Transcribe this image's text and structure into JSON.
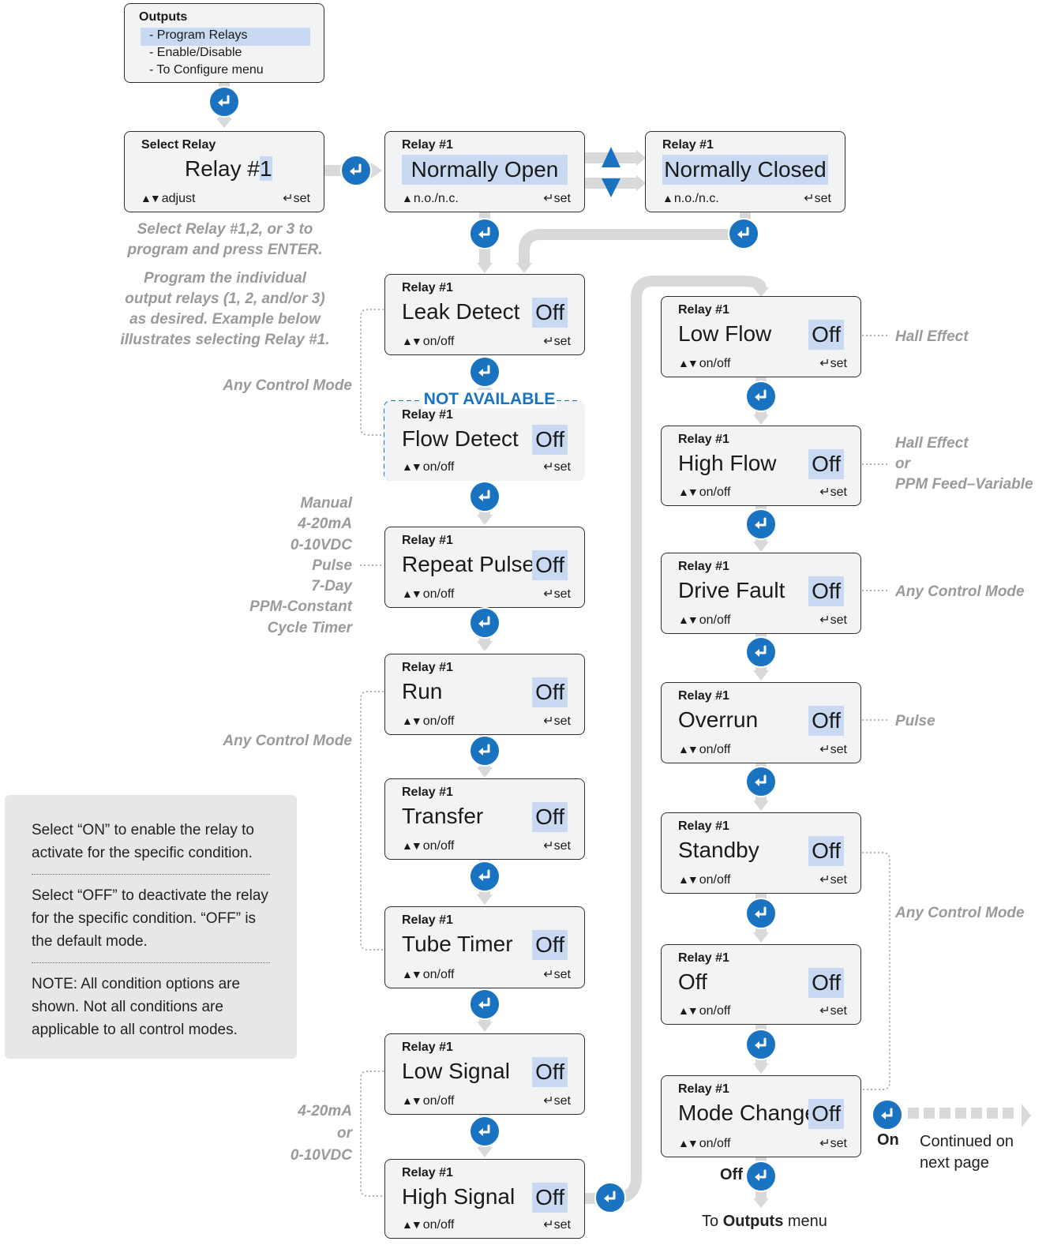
{
  "outputs_menu": {
    "title": "Outputs",
    "items": [
      "- Program Relays",
      "- Enable/Disable",
      "- To Configure menu"
    ]
  },
  "select_relay": {
    "title": "Select Relay",
    "main": "Relay #",
    "value": "1",
    "left": "adjust",
    "right": "set"
  },
  "relay_mode": {
    "open": {
      "title": "Relay #1",
      "value": "Normally Open",
      "left": "n.o./n.c.",
      "right": "set"
    },
    "closed": {
      "title": "Relay #1",
      "value": "Normally Closed",
      "left": "n.o./n.c.",
      "right": "set"
    }
  },
  "screens": {
    "leak_detect": {
      "title": "Relay #1",
      "label": "Leak Detect",
      "value": "Off",
      "left": "on/off",
      "right": "set"
    },
    "flow_detect": {
      "title": "Relay #1",
      "label": "Flow Detect",
      "value": "Off",
      "left": "on/off",
      "right": "set"
    },
    "repeat_pulse": {
      "title": "Relay #1",
      "label": "Repeat Pulse",
      "value": "Off",
      "left": "on/off",
      "right": "set"
    },
    "run": {
      "title": "Relay #1",
      "label": "Run",
      "value": "Off",
      "left": "on/off",
      "right": "set"
    },
    "transfer": {
      "title": "Relay #1",
      "label": "Transfer",
      "value": "Off",
      "left": "on/off",
      "right": "set"
    },
    "tube_timer": {
      "title": "Relay #1",
      "label": "Tube Timer",
      "value": "Off",
      "left": "on/off",
      "right": "set"
    },
    "low_signal": {
      "title": "Relay #1",
      "label": "Low Signal",
      "value": "Off",
      "left": "on/off",
      "right": "set"
    },
    "high_signal": {
      "title": "Relay #1",
      "label": "High Signal",
      "value": "Off",
      "left": "on/off",
      "right": "set"
    },
    "low_flow": {
      "title": "Relay #1",
      "label": "Low Flow",
      "value": "Off",
      "left": "on/off",
      "right": "set"
    },
    "high_flow": {
      "title": "Relay #1",
      "label": "High Flow",
      "value": "Off",
      "left": "on/off",
      "right": "set"
    },
    "drive_fault": {
      "title": "Relay #1",
      "label": "Drive Fault",
      "value": "Off",
      "left": "on/off",
      "right": "set"
    },
    "overrun": {
      "title": "Relay #1",
      "label": "Overrun",
      "value": "Off",
      "left": "on/off",
      "right": "set"
    },
    "standby": {
      "title": "Relay #1",
      "label": "Standby",
      "value": "Off",
      "left": "on/off",
      "right": "set"
    },
    "off": {
      "title": "Relay #1",
      "label": "Off",
      "value": "Off",
      "left": "on/off",
      "right": "set"
    },
    "mode_change": {
      "title": "Relay #1",
      "label": "Mode Change",
      "value": "Off",
      "left": "on/off",
      "right": "set"
    }
  },
  "not_available": "NOT AVAILABLE",
  "instructions": {
    "select": [
      "Select Relay #1,2, or 3 to",
      "program and press ENTER."
    ],
    "program": [
      "Program the individual",
      "output relays (1, 2, and/or 3)",
      "as desired. Example below",
      "illustrates selecting Relay #1."
    ]
  },
  "mode_labels": {
    "any_control_mode": "Any Control Mode",
    "pulse_group": [
      "Manual",
      "4-20mA",
      "0-10VDC",
      "Pulse",
      "7-Day",
      "PPM-Constant",
      "Cycle Timer"
    ],
    "signal_group": [
      "4-20mA",
      "or",
      "0-10VDC"
    ],
    "hall_effect": "Hall Effect",
    "high_flow_group": [
      "Hall Effect",
      "or",
      "PPM Feed–Variable"
    ],
    "pulse": "Pulse"
  },
  "note": {
    "p1": "Select “ON” to enable the relay to activate for the specific condition.",
    "p2": "Select “OFF” to deactivate the relay for the specific condition. “OFF” is the default mode.",
    "p3": "NOTE: All condition options are shown. Not all conditions are applicable to all control modes."
  },
  "continuation": {
    "on": "On",
    "off": "Off",
    "continued": [
      "Continued on",
      "next page"
    ],
    "to_prefix": "To ",
    "to_menu": "Outputs",
    "to_suffix": " menu"
  },
  "colors": {
    "accent": "#1a73c1",
    "highlight": "#c9d9f1",
    "connector": "#d8d9da",
    "panel": "#f2f3f4",
    "label": "#9a9a9a"
  },
  "icons": {
    "enter": "enter-icon",
    "up": "triangle-up-icon",
    "down": "triangle-down-icon"
  }
}
